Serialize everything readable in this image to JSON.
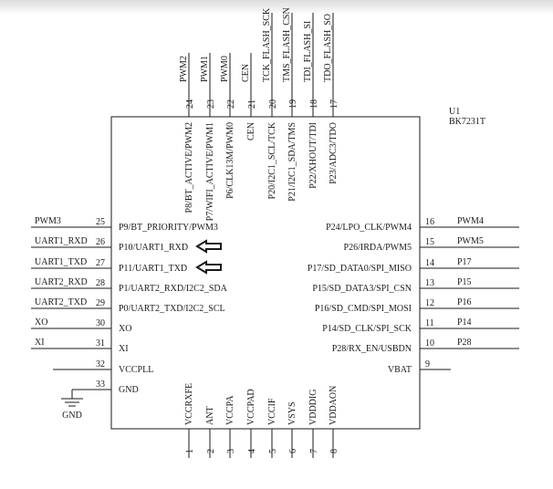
{
  "component": {
    "designator": "U1",
    "part": "BK7231T"
  },
  "colors": {
    "line": "#1a1a1a",
    "background": "#ffffff"
  },
  "pins": [
    {
      "num": "25",
      "side": "left",
      "net": "PWM3",
      "label": "P9/BT_PRIORITY/PWM3"
    },
    {
      "num": "26",
      "side": "left",
      "net": "UART1_RXD",
      "label": "P10/UART1_RXD",
      "arrow": true
    },
    {
      "num": "27",
      "side": "left",
      "net": "UART1_TXD",
      "label": "P11/UART1_TXD",
      "arrow": true
    },
    {
      "num": "28",
      "side": "left",
      "net": "UART2_RXD",
      "label": "P1/UART2_RXD/I2C2_SDA"
    },
    {
      "num": "29",
      "side": "left",
      "net": "UART2_TXD",
      "label": "P0/UART2_TXD/I2C2_SCL"
    },
    {
      "num": "30",
      "side": "left",
      "net": "XO",
      "label": "XO"
    },
    {
      "num": "31",
      "side": "left",
      "net": "XI",
      "label": "XI"
    },
    {
      "num": "32",
      "side": "left",
      "net": "",
      "label": "VCCPLL"
    },
    {
      "num": "33",
      "side": "left",
      "net": "",
      "label": "GND"
    },
    {
      "num": "16",
      "side": "right",
      "net": "PWM4",
      "label": "P24/LPO_CLK/PWM4"
    },
    {
      "num": "15",
      "side": "right",
      "net": "PWM5",
      "label": "P26/IRDA/PWM5"
    },
    {
      "num": "14",
      "side": "right",
      "net": "P17",
      "label": "P17/SD_DATA0/SPI_MISO"
    },
    {
      "num": "13",
      "side": "right",
      "net": "P15",
      "label": "P15/SD_DATA3/SPI_CSN"
    },
    {
      "num": "12",
      "side": "right",
      "net": "P16",
      "label": "P16/SD_CMD/SPI_MOSI"
    },
    {
      "num": "11",
      "side": "right",
      "net": "P14",
      "label": "P14/SD_CLK/SPI_SCK"
    },
    {
      "num": "10",
      "side": "right",
      "net": "P28",
      "label": "P28/RX_EN/USBDN"
    },
    {
      "num": "9",
      "side": "right",
      "net": "",
      "label": "VBAT"
    },
    {
      "num": "24",
      "side": "top",
      "net": "PWM2",
      "label": "P8/BT_ACTIVE/PWM2"
    },
    {
      "num": "23",
      "side": "top",
      "net": "PWM1",
      "label": "P7/WIFI_ACTIVE/PWM1"
    },
    {
      "num": "22",
      "side": "top",
      "net": "PWM0",
      "label": "P6/CLK13M/PWM0"
    },
    {
      "num": "21",
      "side": "top",
      "net": "CEN",
      "label": "CEN"
    },
    {
      "num": "20",
      "side": "top",
      "net": "TCK_FLASH_SCK",
      "label": "P20/I2C1_SCL/TCK"
    },
    {
      "num": "19",
      "side": "top",
      "net": "TMS_FLASH_CSN",
      "label": "P21/I2C1_SDA/TMS"
    },
    {
      "num": "18",
      "side": "top",
      "net": "TDI_FLASH_SI",
      "label": "P22/XHOUT/TDI"
    },
    {
      "num": "17",
      "side": "top",
      "net": "TDO_FLASH_SO",
      "label": "P23/ADC3/TDO"
    },
    {
      "num": "1",
      "side": "bottom",
      "net": "",
      "label": "VCCRXFE"
    },
    {
      "num": "2",
      "side": "bottom",
      "net": "",
      "label": "ANT"
    },
    {
      "num": "3",
      "side": "bottom",
      "net": "",
      "label": "VCCPA"
    },
    {
      "num": "4",
      "side": "bottom",
      "net": "",
      "label": "VCCPAD"
    },
    {
      "num": "5",
      "side": "bottom",
      "net": "",
      "label": "VCCIF"
    },
    {
      "num": "6",
      "side": "bottom",
      "net": "",
      "label": "VSYS"
    },
    {
      "num": "7",
      "side": "bottom",
      "net": "",
      "label": "VDDDIG"
    },
    {
      "num": "8",
      "side": "bottom",
      "net": "",
      "label": "VDDAON"
    }
  ],
  "ground": {
    "label": "GND"
  }
}
